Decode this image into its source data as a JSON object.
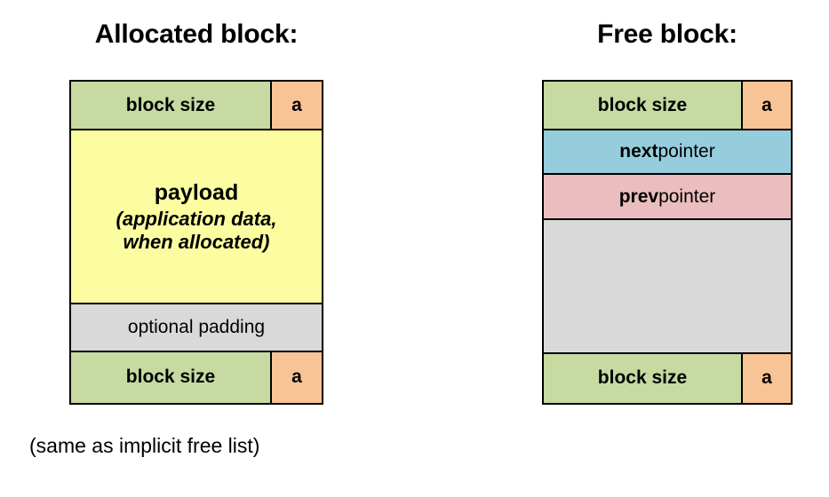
{
  "figure": {
    "footnote": "(same as implicit free list)"
  },
  "allocated_block": {
    "title": "Allocated block:",
    "header": {
      "size_label": "block size",
      "flag_label": "a"
    },
    "payload": {
      "main_label": "payload",
      "sub_label_line1": "(application data,",
      "sub_label_line2": "when allocated)"
    },
    "padding": {
      "label": "optional padding"
    },
    "footer": {
      "size_label": "block size",
      "flag_label": "a"
    }
  },
  "free_block": {
    "title": "Free block:",
    "header": {
      "size_label": "block size",
      "flag_label": "a"
    },
    "next_pointer": {
      "keyword": "next",
      "suffix": " pointer"
    },
    "prev_pointer": {
      "keyword": "prev",
      "suffix": " pointer"
    },
    "empty_region": {
      "label": ""
    },
    "footer": {
      "size_label": "block size",
      "flag_label": "a"
    }
  },
  "colors": {
    "header_green": "#C6DAA2",
    "flag_orange": "#F9C495",
    "payload_yellow": "#FCFCA0",
    "padding_gray": "#D9D9D9",
    "next_blue": "#95CDDD",
    "prev_pink": "#EABEBE",
    "outline_black": "#000000",
    "background_white": "#FFFFFF"
  }
}
